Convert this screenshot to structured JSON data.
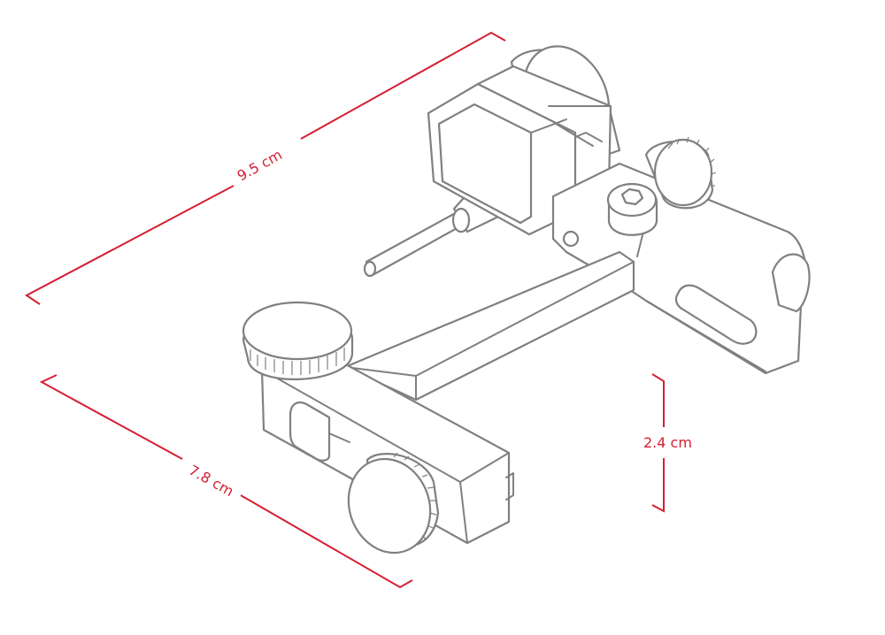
{
  "dimensions": {
    "length": "9.5 cm",
    "width": "7.8 cm",
    "height": "2.4 cm"
  },
  "colors": {
    "dimension": "#d42032",
    "outline": "#808080",
    "background": "#ffffff"
  }
}
